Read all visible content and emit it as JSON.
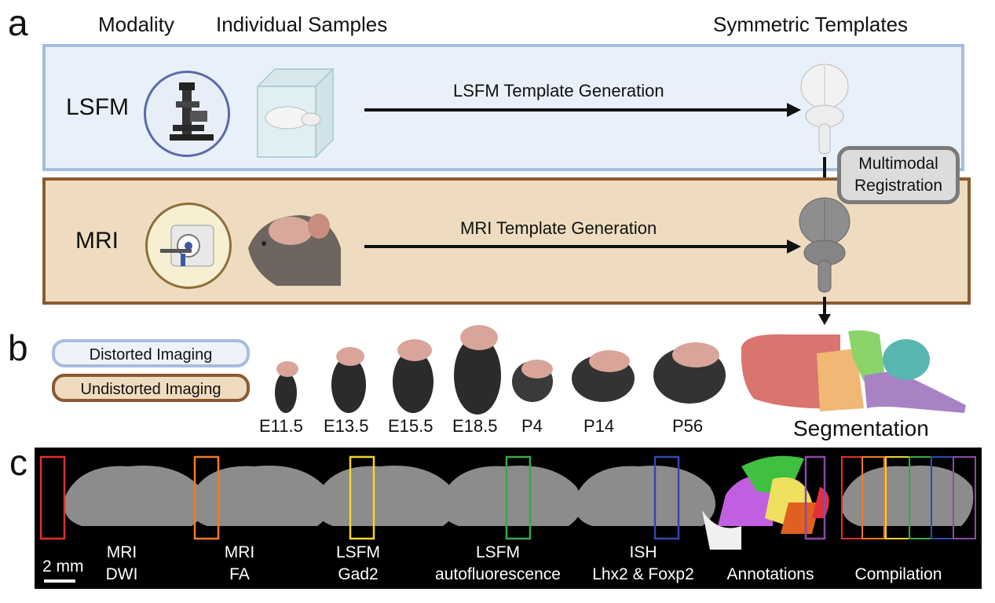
{
  "panels": {
    "a": "a",
    "b": "b",
    "c": "c"
  },
  "headers": {
    "modality": "Modality",
    "individual_samples": "Individual Samples",
    "symmetric_templates": "Symmetric Templates"
  },
  "rows": {
    "lsfm": {
      "label": "LSFM",
      "arrow_text": "LSFM Template Generation"
    },
    "mri": {
      "label": "MRI",
      "arrow_text": "MRI Template Generation"
    }
  },
  "registration": {
    "line1": "Multimodal",
    "line2": "Registration"
  },
  "legend": {
    "distorted": "Distorted Imaging",
    "undistorted": "Undistorted Imaging"
  },
  "stages": [
    "E11.5",
    "E13.5",
    "E15.5",
    "E18.5",
    "P4",
    "P14",
    "P56"
  ],
  "segmentation": "Segmentation",
  "strip": {
    "scale_bar": "2 mm",
    "captions": [
      {
        "l1": "MRI",
        "l2": "DWI"
      },
      {
        "l1": "MRI",
        "l2": "FA"
      },
      {
        "l1": "LSFM",
        "l2": "Gad2"
      },
      {
        "l1": "LSFM",
        "l2": "autofluorescence"
      },
      {
        "l1": "ISH",
        "l2": "Lhx2 & Foxp2"
      },
      {
        "l1": "",
        "l2": "Annotations"
      },
      {
        "l1": "",
        "l2": "Compilation"
      }
    ]
  },
  "colors": {
    "lsfm_bg": "#e8f0f9",
    "lsfm_border": "#a7bde0",
    "mri_bg": "#efdcc0",
    "mri_border": "#8a5a33",
    "frame_red": "#e0302a",
    "frame_orange": "#f07a2a",
    "frame_yellow": "#f2d32a",
    "frame_green": "#3aa84a",
    "frame_blue": "#3048b0",
    "frame_purple": "#8a4aa8"
  }
}
